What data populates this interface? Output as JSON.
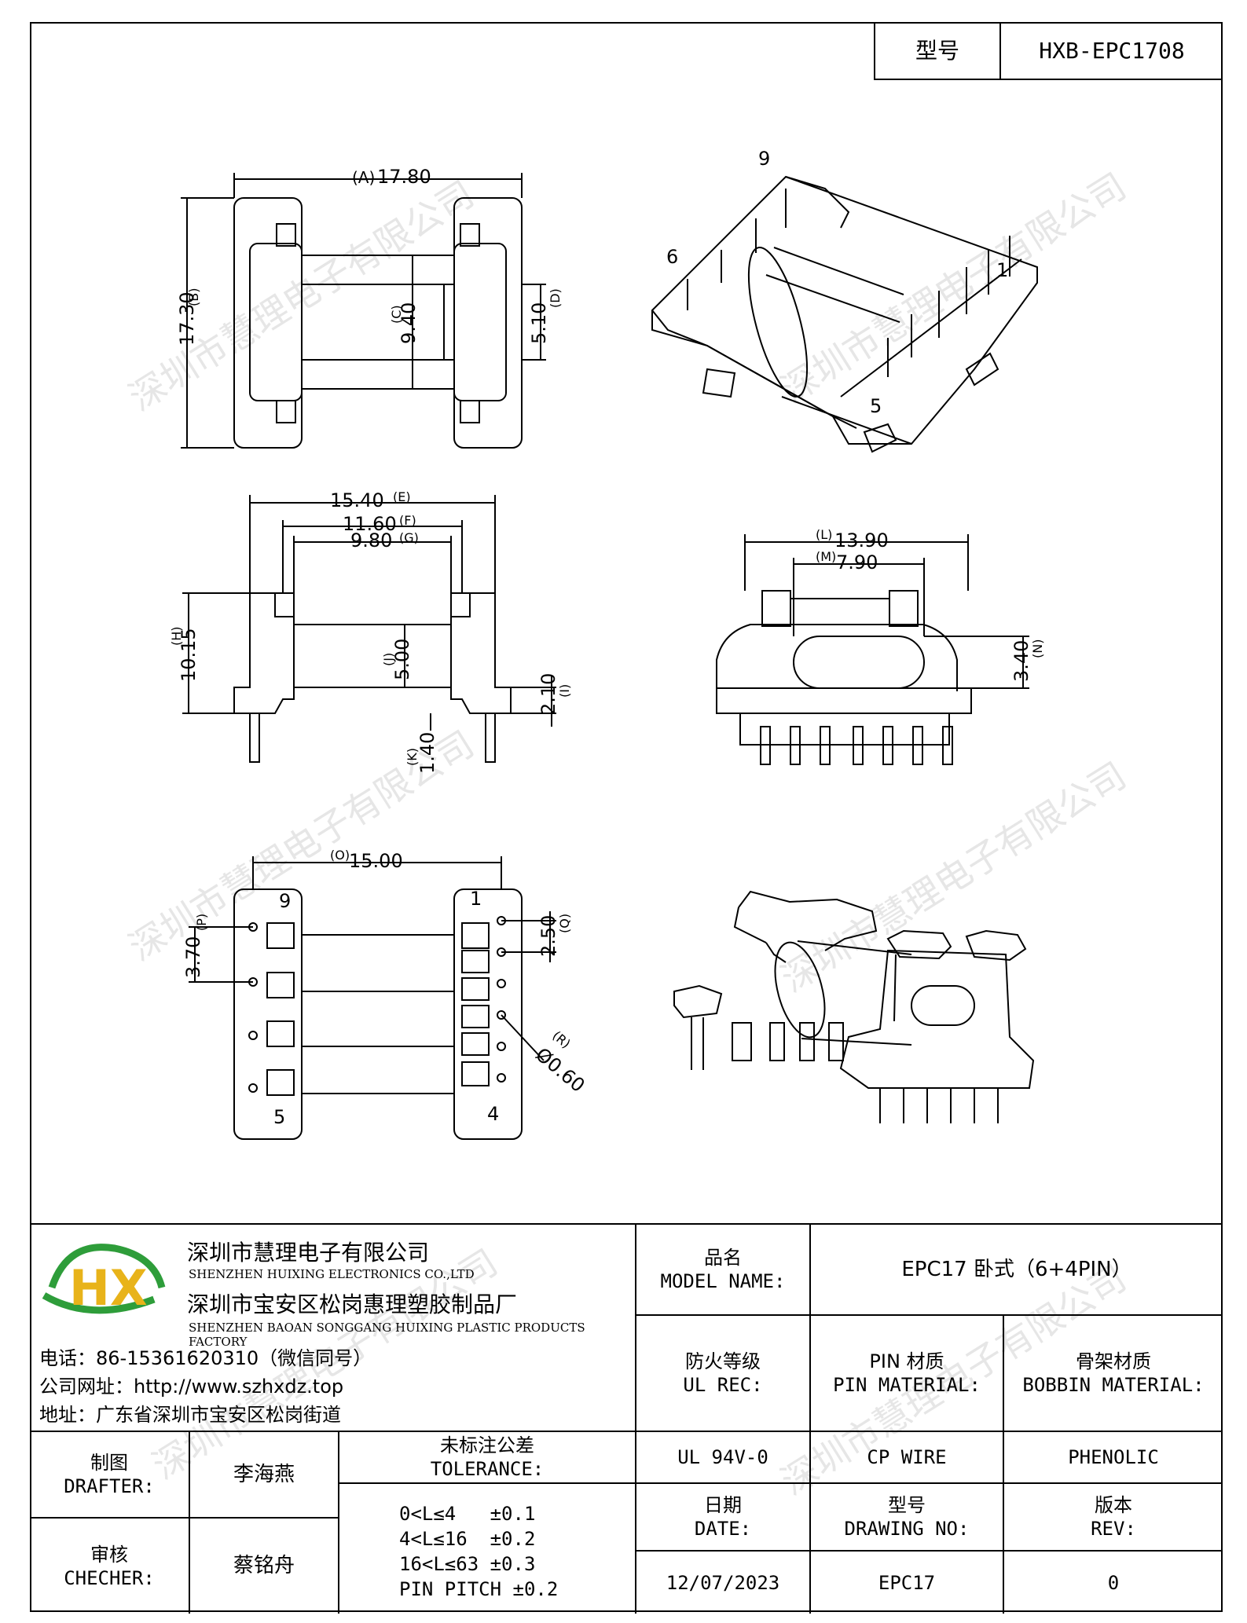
{
  "header": {
    "model_label": "型号",
    "model_value": "HXB-EPC1708"
  },
  "dimensions": {
    "A": "17.80",
    "A_tag": "(A)",
    "B": "17.30",
    "B_tag": "(B)",
    "C": "9.40",
    "C_tag": "(C)",
    "D": "5.10",
    "D_tag": "(D)",
    "E": "15.40",
    "E_tag": "(E)",
    "F": "11.60",
    "F_tag": "(F)",
    "G": "9.80",
    "G_tag": "(G)",
    "H": "10.15",
    "H_tag": "(H)",
    "I": "2.10",
    "I_tag": "(I)",
    "J": "5.00",
    "J_tag": "(J)",
    "K": "1.40",
    "K_tag": "(K)",
    "L": "13.90",
    "L_tag": "(L)",
    "M": "7.90",
    "M_tag": "(M)",
    "N": "3.40",
    "N_tag": "(N)",
    "O": "15.00",
    "O_tag": "(O)",
    "P": "3.70",
    "P_tag": "(P)",
    "Q": "2.50",
    "Q_tag": "(Q)",
    "R": "Ø0.60",
    "R_tag": "(R)"
  },
  "pin_numbers": {
    "p9": "9",
    "p6": "6",
    "p1": "1",
    "p5": "5",
    "p4": "4"
  },
  "watermark": "深圳市慧理电子有限公司",
  "company": {
    "logo_text": "HX",
    "name_cn": "深圳市慧理电子有限公司",
    "name_en": "SHENZHEN HUIXING ELECTRONICS CO.,LTD",
    "factory_cn": "深圳市宝安区松岗惠理塑胶制品厂",
    "factory_en": "SHENZHEN BAOAN SONGGANG HUIXING PLASTIC PRODUCTS FACTORY",
    "phone": "电话：86-15361620310（微信同号）",
    "website": "公司网址：http://www.szhxdz.top",
    "address": "地址：广东省深圳市宝安区松岗街道"
  },
  "title_block": {
    "model_name_cn": "品名",
    "model_name_en": "MODEL NAME:",
    "model_name_value": "EPC17 卧式（6+4PIN）",
    "ul_rec_cn": "防火等级",
    "ul_rec_en": "UL REC:",
    "pin_material_cn": "PIN 材质",
    "pin_material_en": "PIN MATERIAL:",
    "bobbin_material_cn": "骨架材质",
    "bobbin_material_en": "BOBBIN MATERIAL:",
    "ul_rec_value": "UL 94V-0",
    "pin_material_value": "CP WIRE",
    "bobbin_material_value": "PHENOLIC",
    "date_cn": "日期",
    "date_en": "DATE:",
    "drawing_no_cn": "型号",
    "drawing_no_en": "DRAWING NO:",
    "rev_cn": "版本",
    "rev_en": "REV:",
    "date_value": "12/07/2023",
    "drawing_no_value": "EPC17",
    "rev_value": "0",
    "drafter_cn": "制图",
    "drafter_en": "DRAFTER:",
    "drafter_name": "李海燕",
    "checker_cn": "审核",
    "checker_en": "CHECHER:",
    "checker_name": "蔡铭舟",
    "tolerance_cn": "未标注公差",
    "tolerance_en": "TOLERANCE:",
    "tolerances": [
      "0<L≤4   ±0.1",
      "4<L≤16  ±0.2",
      "16<L≤63 ±0.3",
      "PIN PITCH ±0.2"
    ]
  }
}
